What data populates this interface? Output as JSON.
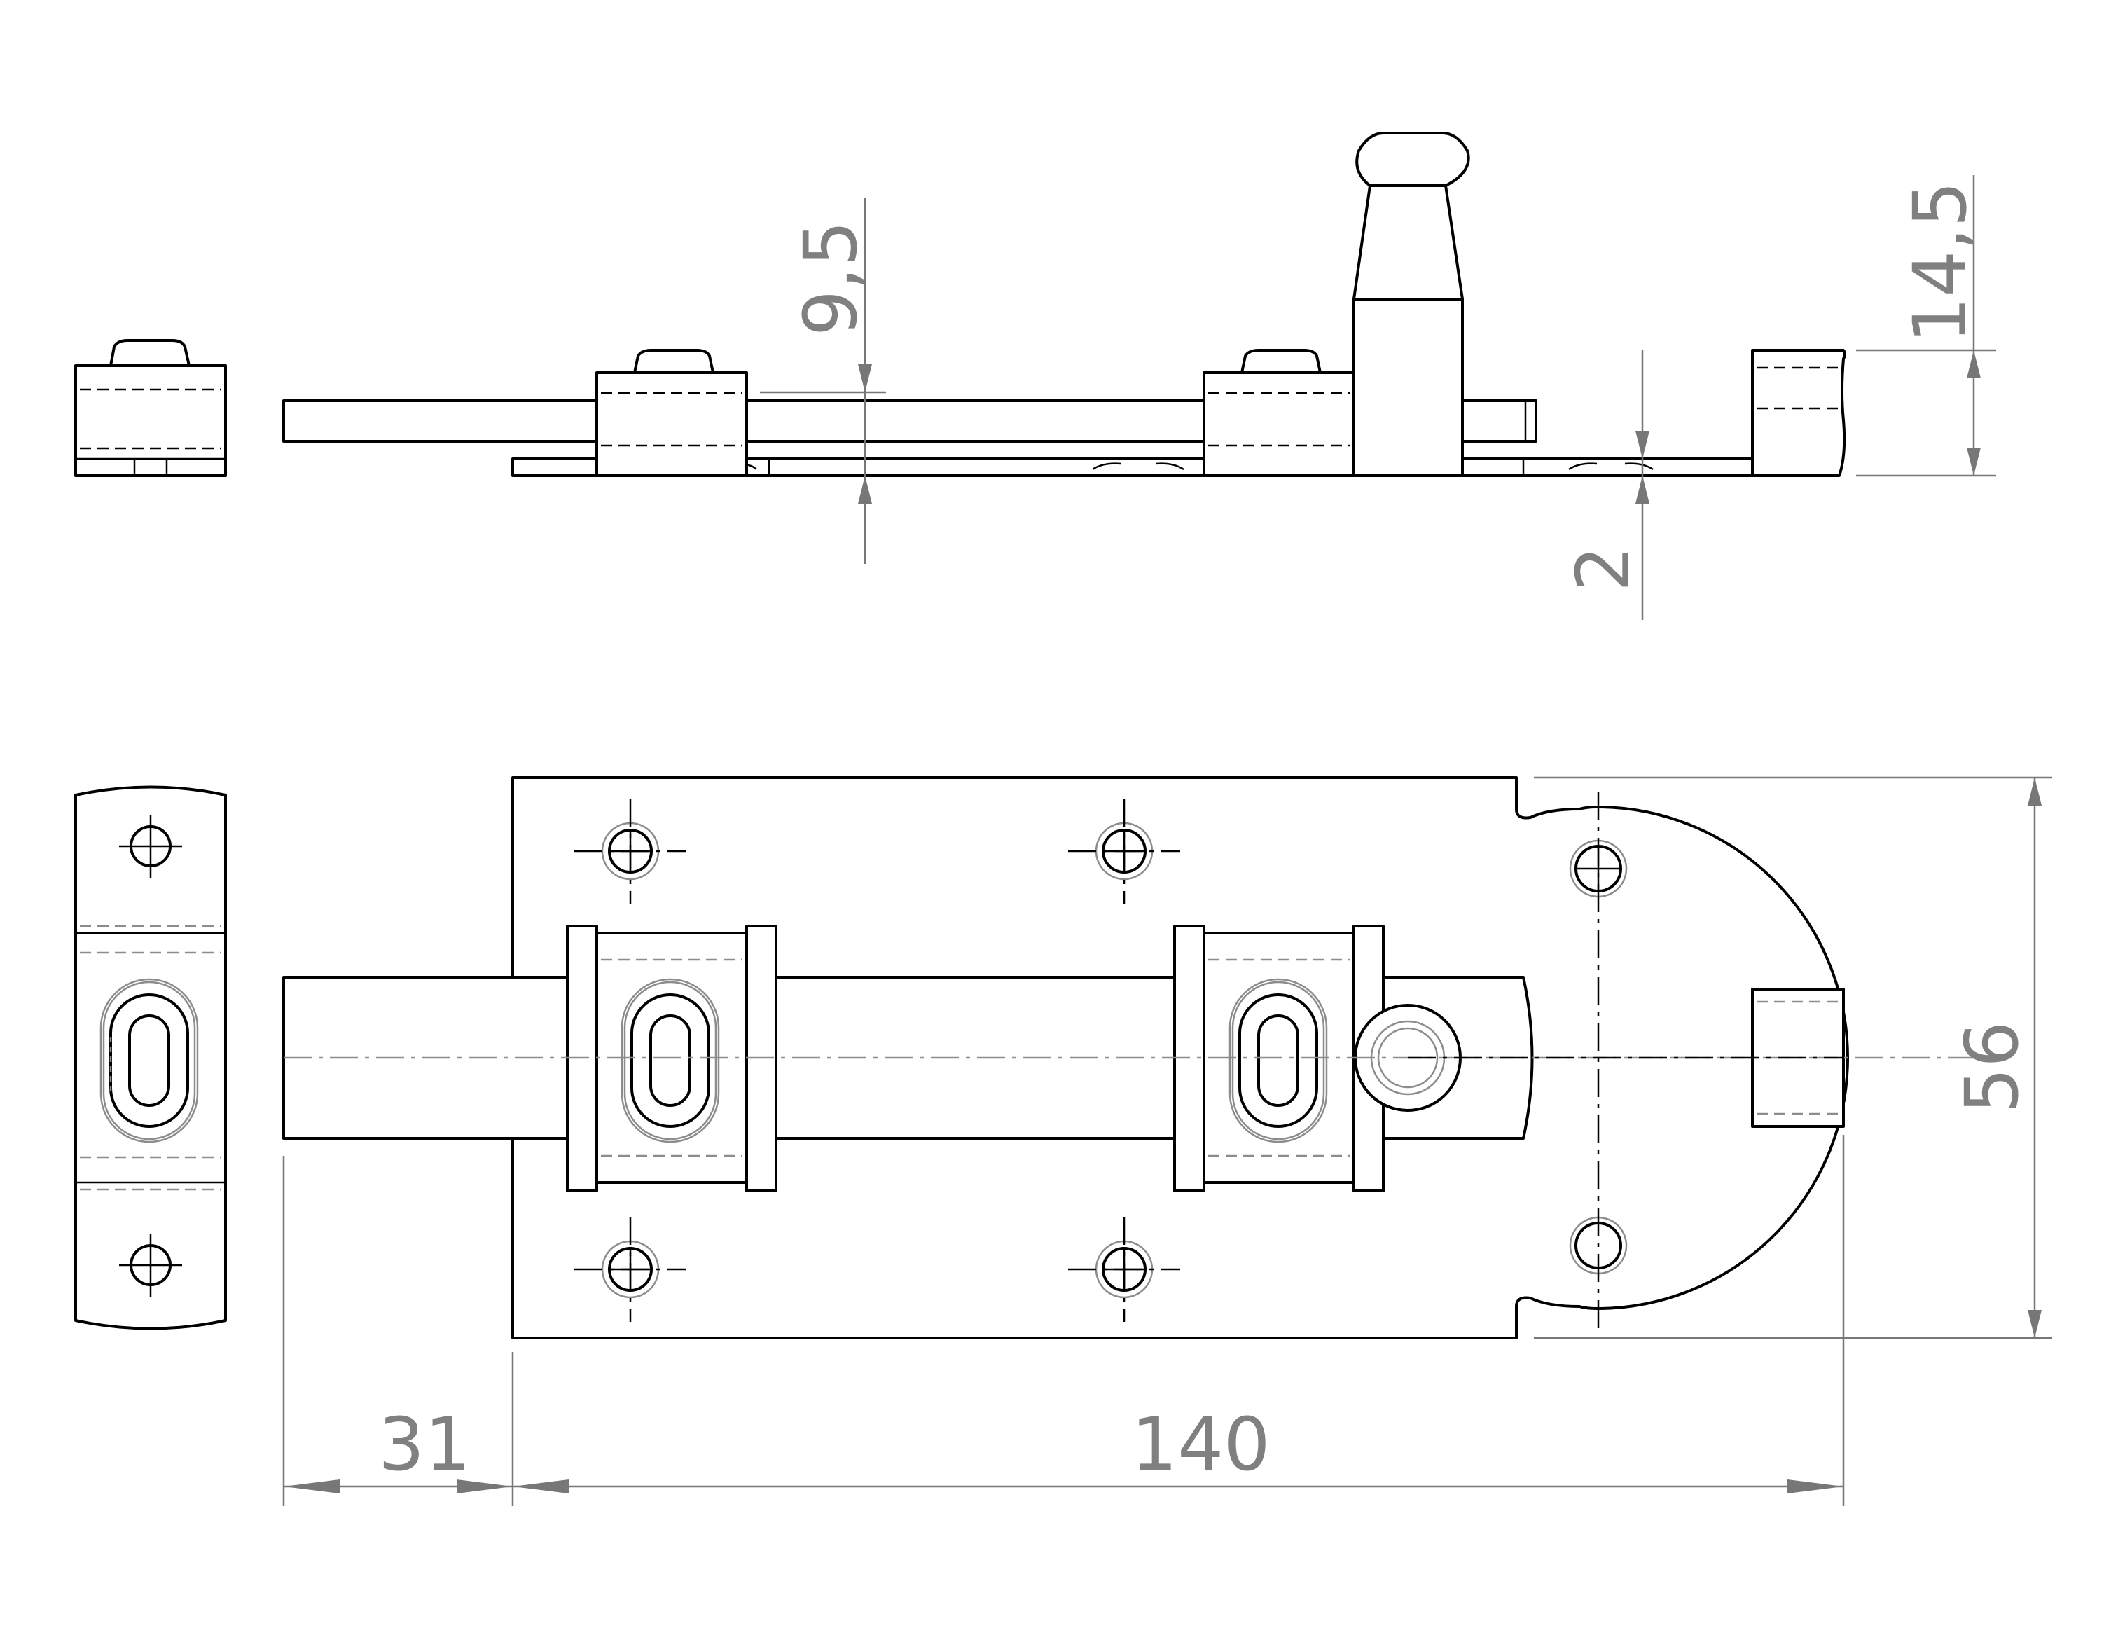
{
  "dimensions": {
    "overall_length": "140",
    "strike_offset": "31",
    "plate_height": "56",
    "total_height": "9,5",
    "knob_height": "14,5",
    "plate_thickness": "2"
  },
  "colors": {
    "outline": "#000000",
    "dimension": "#808080",
    "background": "#ffffff"
  }
}
